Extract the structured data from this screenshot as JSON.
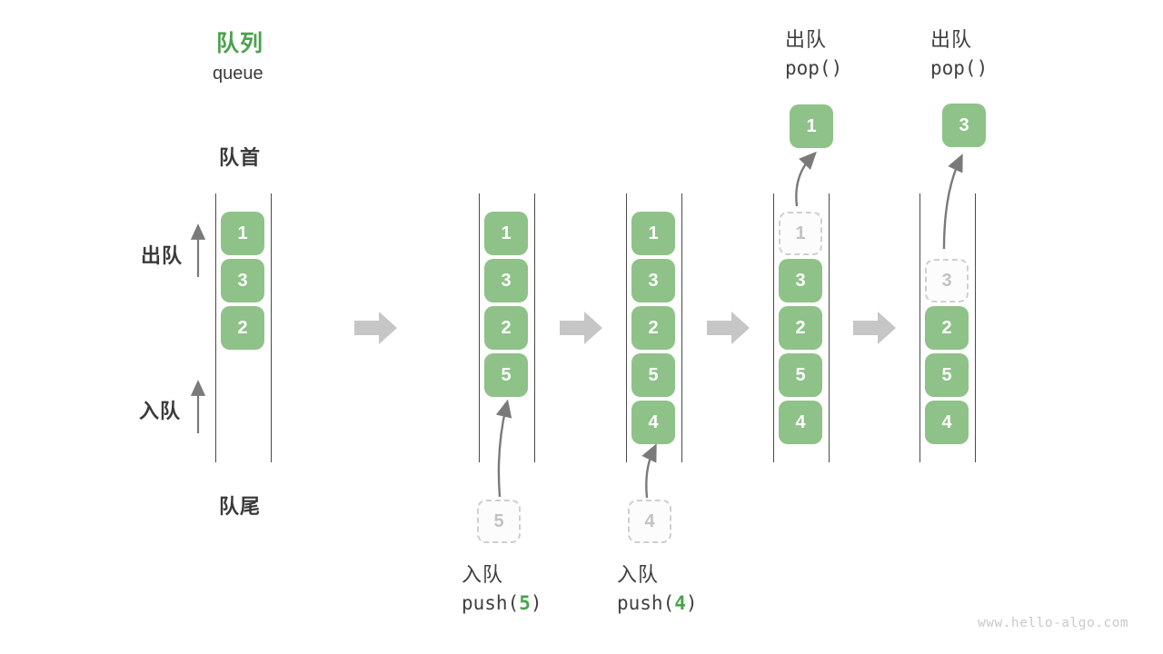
{
  "header": {
    "title": "队列",
    "subtitle": "queue"
  },
  "side_labels": {
    "front": "队首",
    "rear": "队尾",
    "dequeue": "出队",
    "enqueue": "入队"
  },
  "columns": [
    {
      "cells": [
        {
          "slot": 0,
          "value": "1",
          "type": "solid"
        },
        {
          "slot": 1,
          "value": "3",
          "type": "solid"
        },
        {
          "slot": 2,
          "value": "2",
          "type": "solid"
        }
      ]
    },
    {
      "cells": [
        {
          "slot": 0,
          "value": "1",
          "type": "solid"
        },
        {
          "slot": 1,
          "value": "3",
          "type": "solid"
        },
        {
          "slot": 2,
          "value": "2",
          "type": "solid"
        },
        {
          "slot": 3,
          "value": "5",
          "type": "solid"
        }
      ]
    },
    {
      "cells": [
        {
          "slot": 0,
          "value": "1",
          "type": "solid"
        },
        {
          "slot": 1,
          "value": "3",
          "type": "solid"
        },
        {
          "slot": 2,
          "value": "2",
          "type": "solid"
        },
        {
          "slot": 3,
          "value": "5",
          "type": "solid"
        },
        {
          "slot": 4,
          "value": "4",
          "type": "solid"
        }
      ]
    },
    {
      "cells": [
        {
          "slot": 0,
          "value": "1",
          "type": "dashed"
        },
        {
          "slot": 1,
          "value": "3",
          "type": "solid"
        },
        {
          "slot": 2,
          "value": "2",
          "type": "solid"
        },
        {
          "slot": 3,
          "value": "5",
          "type": "solid"
        },
        {
          "slot": 4,
          "value": "4",
          "type": "solid"
        }
      ]
    },
    {
      "cells": [
        {
          "slot": 1,
          "value": "3",
          "type": "dashed"
        },
        {
          "slot": 2,
          "value": "2",
          "type": "solid"
        },
        {
          "slot": 3,
          "value": "5",
          "type": "solid"
        },
        {
          "slot": 4,
          "value": "4",
          "type": "solid"
        }
      ]
    }
  ],
  "pop_ops": [
    {
      "label_cn": "出队",
      "code": "pop()",
      "value": "1"
    },
    {
      "label_cn": "出队",
      "code": "pop()",
      "value": "3"
    }
  ],
  "push_ops": [
    {
      "label_cn": "入队",
      "code_prefix": "push(",
      "arg": "5",
      "code_suffix": ")",
      "value": "5"
    },
    {
      "label_cn": "入队",
      "code_prefix": "push(",
      "arg": "4",
      "code_suffix": ")",
      "value": "4"
    }
  ],
  "watermark": "www.hello-algo.com",
  "colors": {
    "accent_green": "#4AA24D",
    "box_green": "#8EC288",
    "text_dark": "#3B3B3B",
    "arrow_gray": "#7A7A7A",
    "block_arrow_gray": "#C6C6C6",
    "dashed_gray": "#CFCFCF"
  }
}
